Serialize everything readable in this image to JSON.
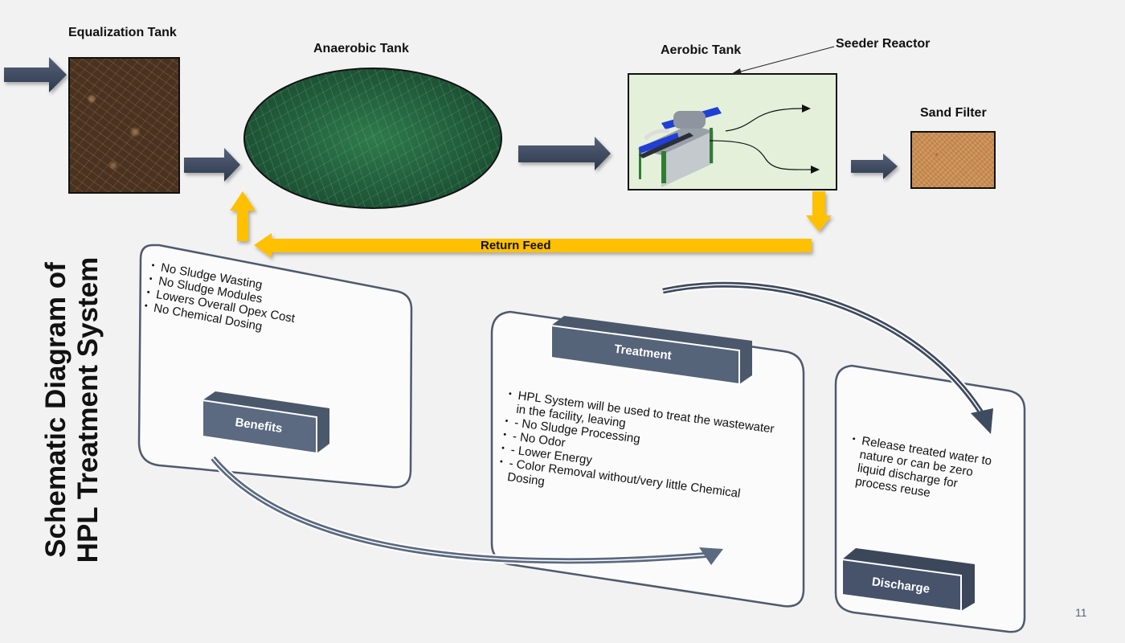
{
  "slide": {
    "title_line1": "Schematic Diagram of",
    "title_line2": "HPL Treatment System",
    "page_number": "11"
  },
  "process": {
    "equalization_tank": "Equalization Tank",
    "anaerobic_tank": "Anaerobic Tank",
    "aerobic_tank": "Aerobic Tank",
    "seeder_reactor": "Seeder Reactor",
    "sand_filter": "Sand Filter",
    "return_feed": "Return Feed"
  },
  "colors": {
    "flow_arrow": "#3f4b5e",
    "return_arrow": "#ffc000",
    "card_border": "#4e5a6e",
    "pill": "#5b6a80"
  },
  "cards": {
    "benefits": {
      "label": "Benefits",
      "items": [
        "No Sludge Wasting",
        "No Sludge Modules",
        "Lowers Overall Opex Cost",
        "No Chemical Dosing"
      ]
    },
    "treatment": {
      "label": "Treatment",
      "items": [
        "HPL System will be used to treat the wastewater in the facility, leaving",
        "- No Sludge Processing",
        "- No Odor",
        "- Lower Energy",
        "- Color Removal without/very little Chemical Dosing"
      ]
    },
    "discharge": {
      "label": "Discharge",
      "items": [
        "Release treated water to nature or can be zero liquid discharge for process reuse"
      ]
    }
  }
}
